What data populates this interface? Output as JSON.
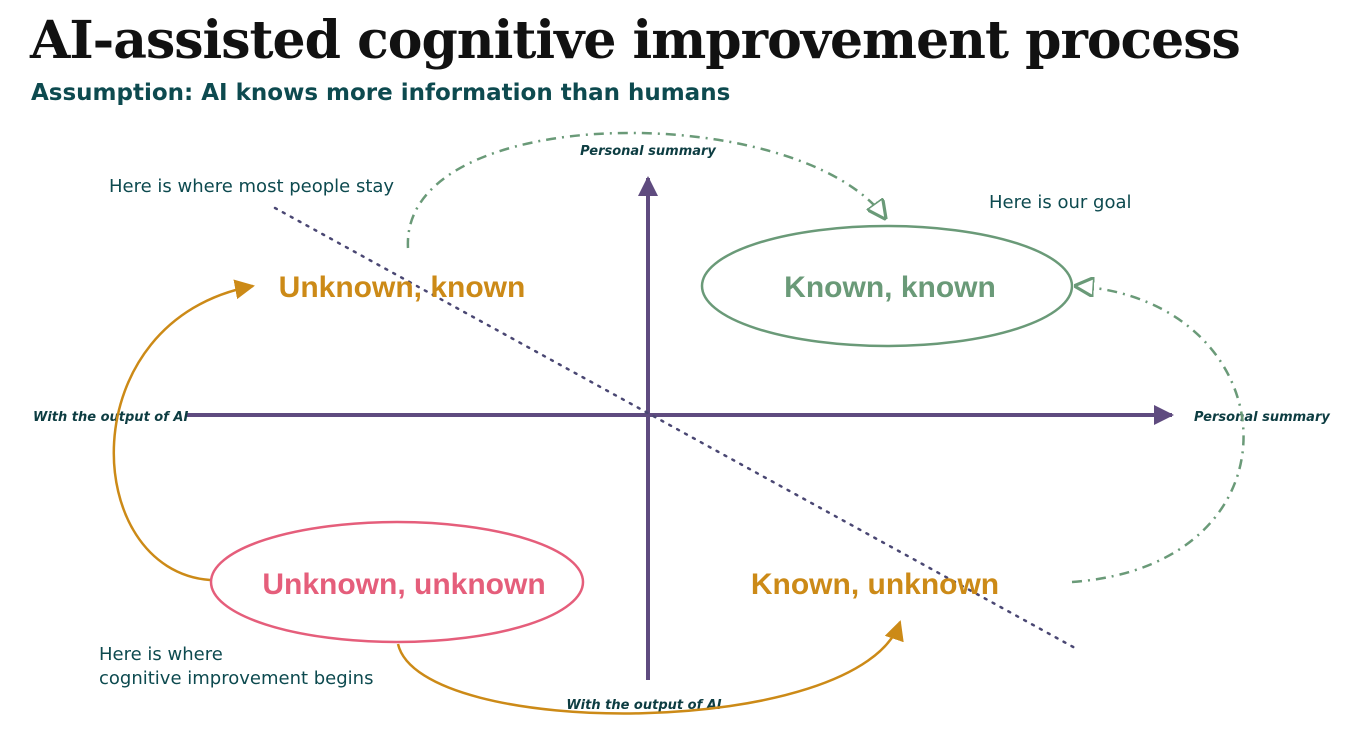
{
  "title": "AI-assisted cognitive improvement process",
  "subtitle": "Assumption: AI knows more information than humans",
  "quadrants": {
    "top_left": "Unknown, known",
    "top_right": "Known, known",
    "bottom_left": "Unknown, unknown",
    "bottom_right": "Known, unknown"
  },
  "axes": {
    "top": "Personal summary",
    "right": "Personal summary",
    "left": "With the output of AI",
    "bottom": "With the output of AI"
  },
  "notes": {
    "most_people": "Here is where most people stay",
    "goal": "Here is our goal",
    "begins_line1": "Here is where",
    "begins_line2": "cognitive improvement begins"
  },
  "colors": {
    "axis": "#5f4b7f",
    "orange": "#cc8a17",
    "green": "#6a9a78",
    "pink": "#e55e7b",
    "teal_text": "#0d4a4f",
    "dotted_line": "#4a4773"
  }
}
